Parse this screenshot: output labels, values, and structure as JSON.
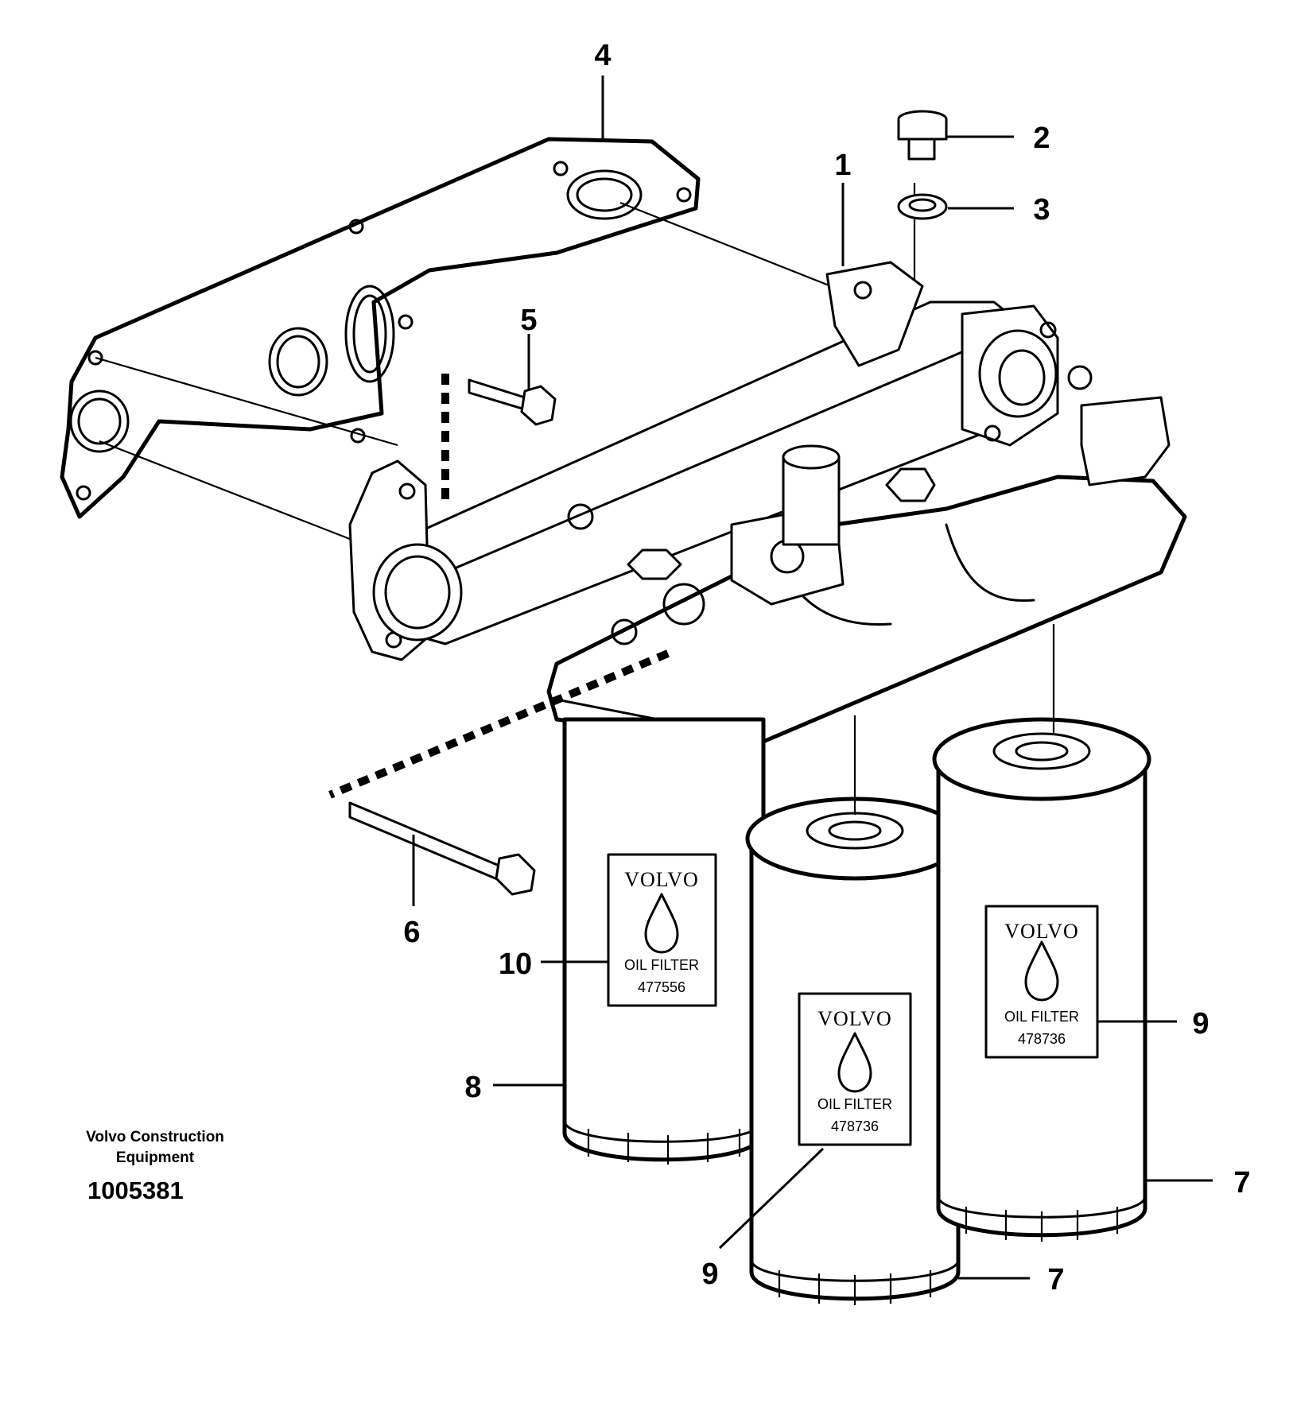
{
  "callouts": {
    "c1": "1",
    "c2": "2",
    "c3": "3",
    "c4": "4",
    "c5": "5",
    "c6": "6",
    "c7a": "7",
    "c7b": "7",
    "c8": "8",
    "c9a": "9",
    "c9b": "9",
    "c10": "10"
  },
  "filters": [
    {
      "brand": "VOLVO",
      "name": "OIL FILTER",
      "part_number": "477556"
    },
    {
      "brand": "VOLVO",
      "name": "OIL FILTER",
      "part_number": "478736"
    },
    {
      "brand": "VOLVO",
      "name": "OIL FILTER",
      "part_number": "478736"
    }
  ],
  "footer": {
    "company_line1": "Volvo Construction",
    "company_line2": "Equipment",
    "drawing_number": "1005381"
  }
}
